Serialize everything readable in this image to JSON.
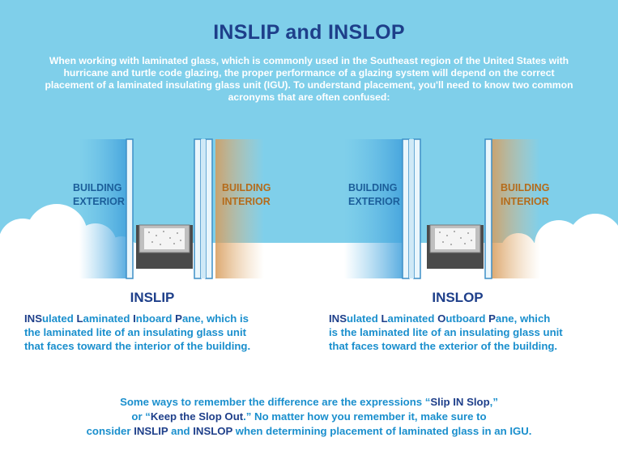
{
  "title": "INSLIP and INSLOP",
  "intro": "When working with laminated glass, which is commonly used in the Southeast region of the United States with hurricane and turtle code glazing, the proper performance of a glazing system will depend on the correct placement of a laminated insulating glass unit (IGU). To understand placement, you'll need to know two common acronyms that are often confused:",
  "labels": {
    "exterior_line1": "BUILDING",
    "exterior_line2": "EXTERIOR",
    "interior_line1": "BUILDING",
    "interior_line2": "INTERIOR"
  },
  "colors": {
    "sky": "#7fcfea",
    "navy": "#1e3f8a",
    "blue_text": "#1a8fcd",
    "exterior_label": "#1b5e9a",
    "interior_label": "#b56b1a"
  },
  "inslip": {
    "heading": "INSLIP",
    "line1": [
      {
        "t": "INS",
        "acr": true
      },
      {
        "t": "ulated ",
        "acr": false
      },
      {
        "t": "L",
        "acr": true
      },
      {
        "t": "aminated ",
        "acr": false
      },
      {
        "t": "I",
        "acr": true
      },
      {
        "t": "nboard ",
        "acr": false
      },
      {
        "t": "P",
        "acr": true
      },
      {
        "t": "ane, which is",
        "acr": false
      }
    ],
    "line2": "the laminated lite of an insulating glass unit",
    "line3": "that faces toward the interior of the building."
  },
  "inslop": {
    "heading": "INSLOP",
    "line1": [
      {
        "t": "INS",
        "acr": true
      },
      {
        "t": "ulated ",
        "acr": false
      },
      {
        "t": "L",
        "acr": true
      },
      {
        "t": "aminated ",
        "acr": false
      },
      {
        "t": "O",
        "acr": true
      },
      {
        "t": "utboard ",
        "acr": false
      },
      {
        "t": "P",
        "acr": true
      },
      {
        "t": "ane, which",
        "acr": false
      }
    ],
    "line2": "is the laminated lite of an insulating glass unit",
    "line3": "that faces toward the exterior of the building."
  },
  "footer": {
    "line1": [
      {
        "t": "Some ways to remember the difference are the expressions “",
        "em": false
      },
      {
        "t": "Slip IN Slop",
        "em": true
      },
      {
        "t": ",”",
        "em": false
      }
    ],
    "line2": [
      {
        "t": "or “",
        "em": false
      },
      {
        "t": "Keep the Slop Out",
        "em": true
      },
      {
        "t": ".” No matter how you remember it, make sure to",
        "em": false
      }
    ],
    "line3": [
      {
        "t": "consider ",
        "em": false
      },
      {
        "t": "INSLIP",
        "em": true
      },
      {
        "t": " and ",
        "em": false
      },
      {
        "t": "INSLOP",
        "em": true
      },
      {
        "t": " when determining placement of laminated glass in an IGU.",
        "em": false
      }
    ]
  }
}
